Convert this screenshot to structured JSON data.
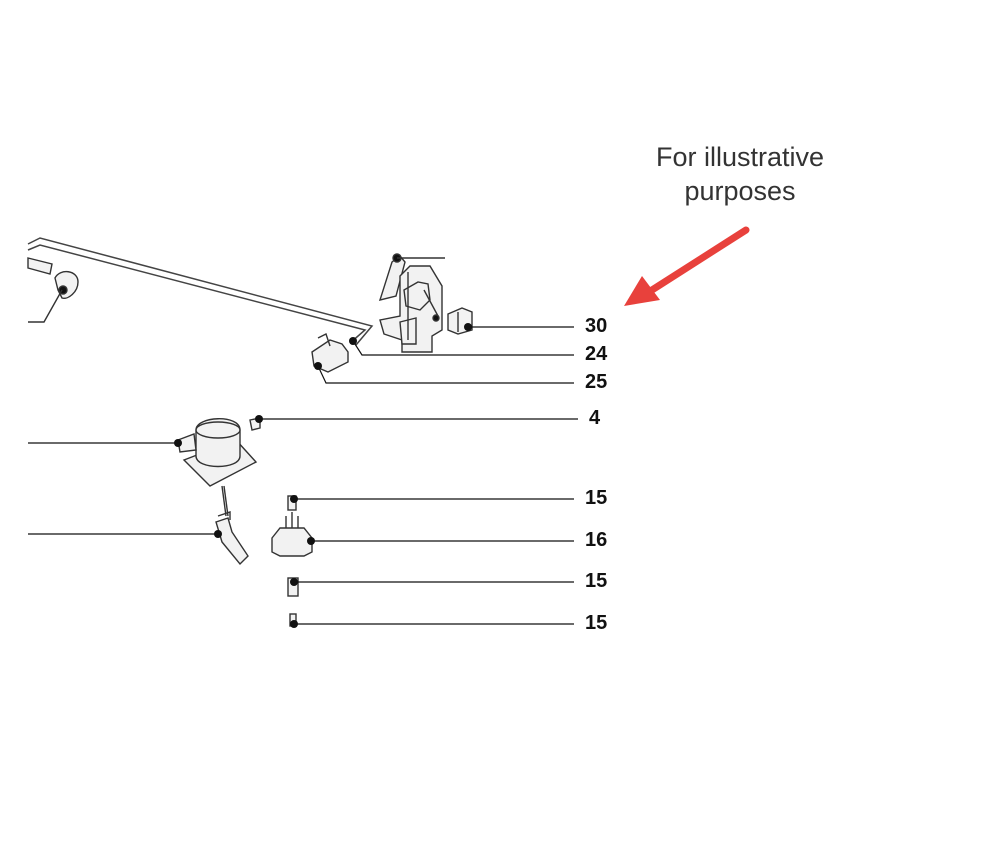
{
  "note": {
    "line1": "For illustrative",
    "line2": "purposes",
    "arrow_color": "#e8413c"
  },
  "callouts": [
    {
      "id": "callout-30",
      "label": "30"
    },
    {
      "id": "callout-24",
      "label": "24"
    },
    {
      "id": "callout-25",
      "label": "25"
    },
    {
      "id": "callout-4",
      "label": "4"
    },
    {
      "id": "callout-15a",
      "label": "15"
    },
    {
      "id": "callout-16",
      "label": "16"
    },
    {
      "id": "callout-15b",
      "label": "15"
    },
    {
      "id": "callout-15c",
      "label": "15"
    }
  ],
  "colors": {
    "line": "#111111",
    "part_stroke": "#333333",
    "part_fill": "#f2f2f2"
  }
}
